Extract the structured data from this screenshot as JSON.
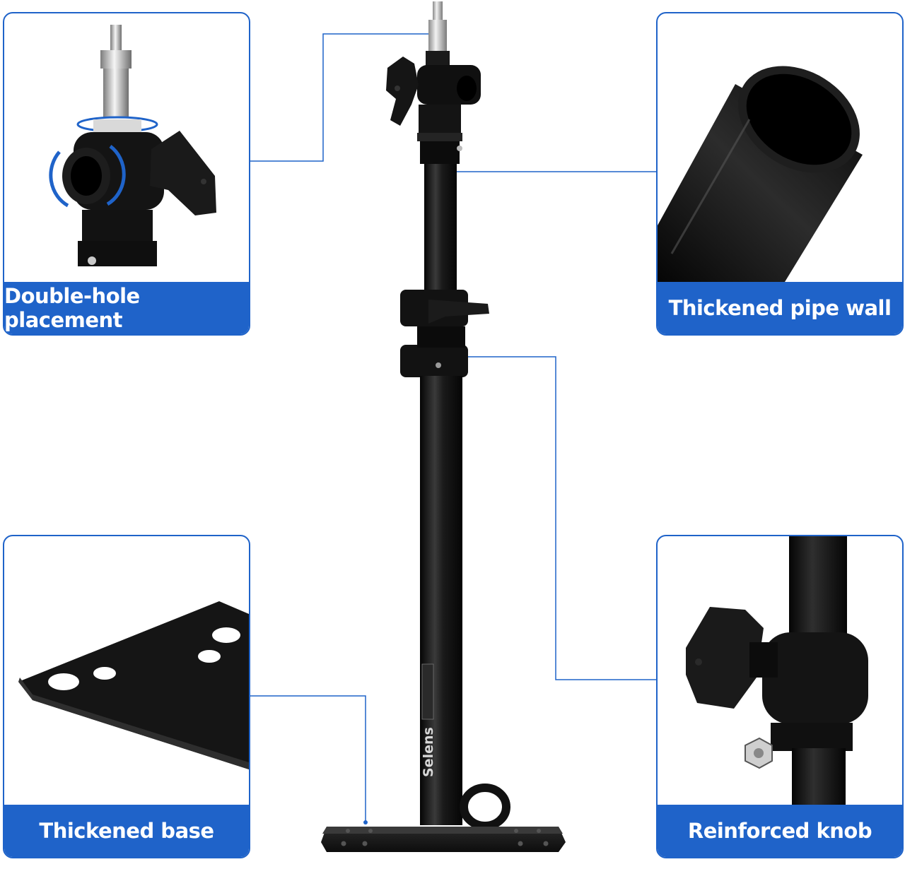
{
  "labels": {
    "top_left": "Double-hole placement",
    "top_right": "Thickened pipe wall",
    "bottom_left": "Thickened base",
    "bottom_right": "Reinforced knob"
  },
  "stand": {
    "brand": "Selens"
  },
  "colors": {
    "accent_blue": "#1f63c9",
    "metal_black": "#141414",
    "white": "#ffffff"
  }
}
